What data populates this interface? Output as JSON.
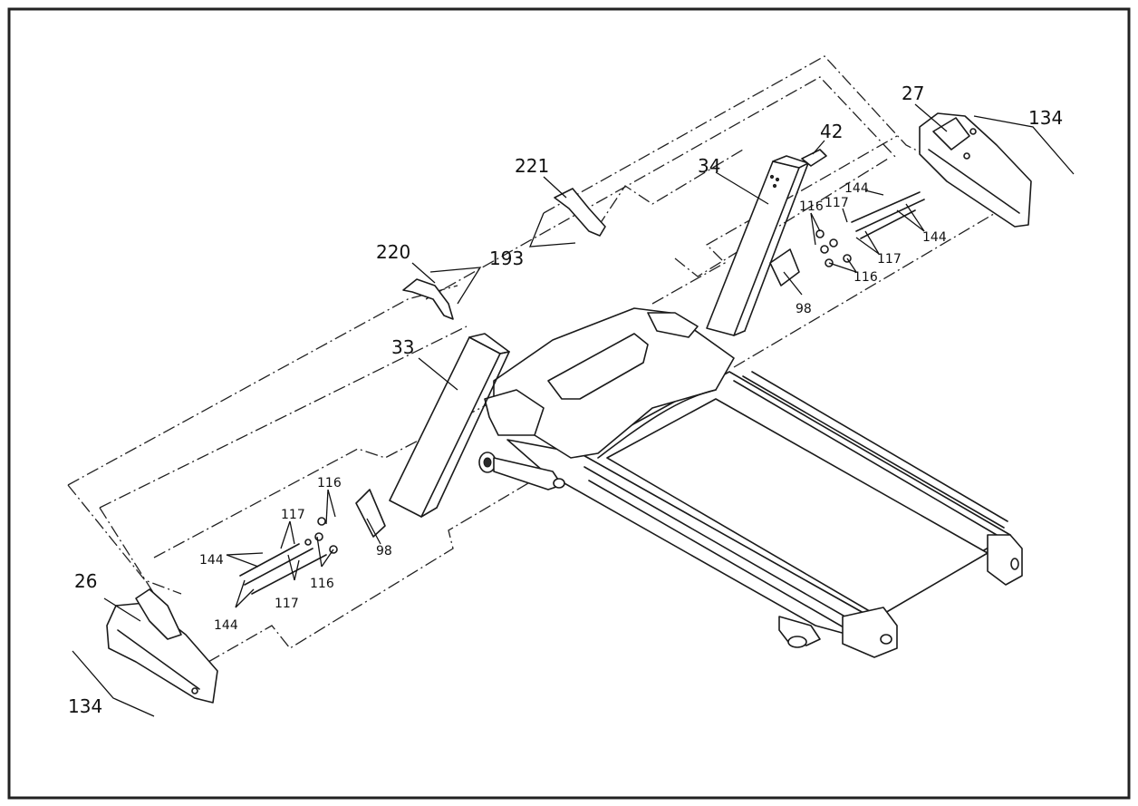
{
  "diagram": {
    "labels": {
      "p26": "26",
      "p27": "27",
      "p33": "33",
      "p34": "34",
      "p42": "42",
      "p98_left": "98",
      "p98_right": "98",
      "p116_l1": "116",
      "p116_l2": "116",
      "p116_r1": "116",
      "p116_r2": "116",
      "p117_l1": "117",
      "p117_l2": "117",
      "p117_r1": "117",
      "p117_r2": "117",
      "p134_left": "134",
      "p134_right": "134",
      "p144_l1": "144",
      "p144_l2": "144",
      "p144_r1": "144",
      "p144_r2": "144",
      "p193": "193",
      "p220": "220",
      "p221": "221"
    }
  }
}
